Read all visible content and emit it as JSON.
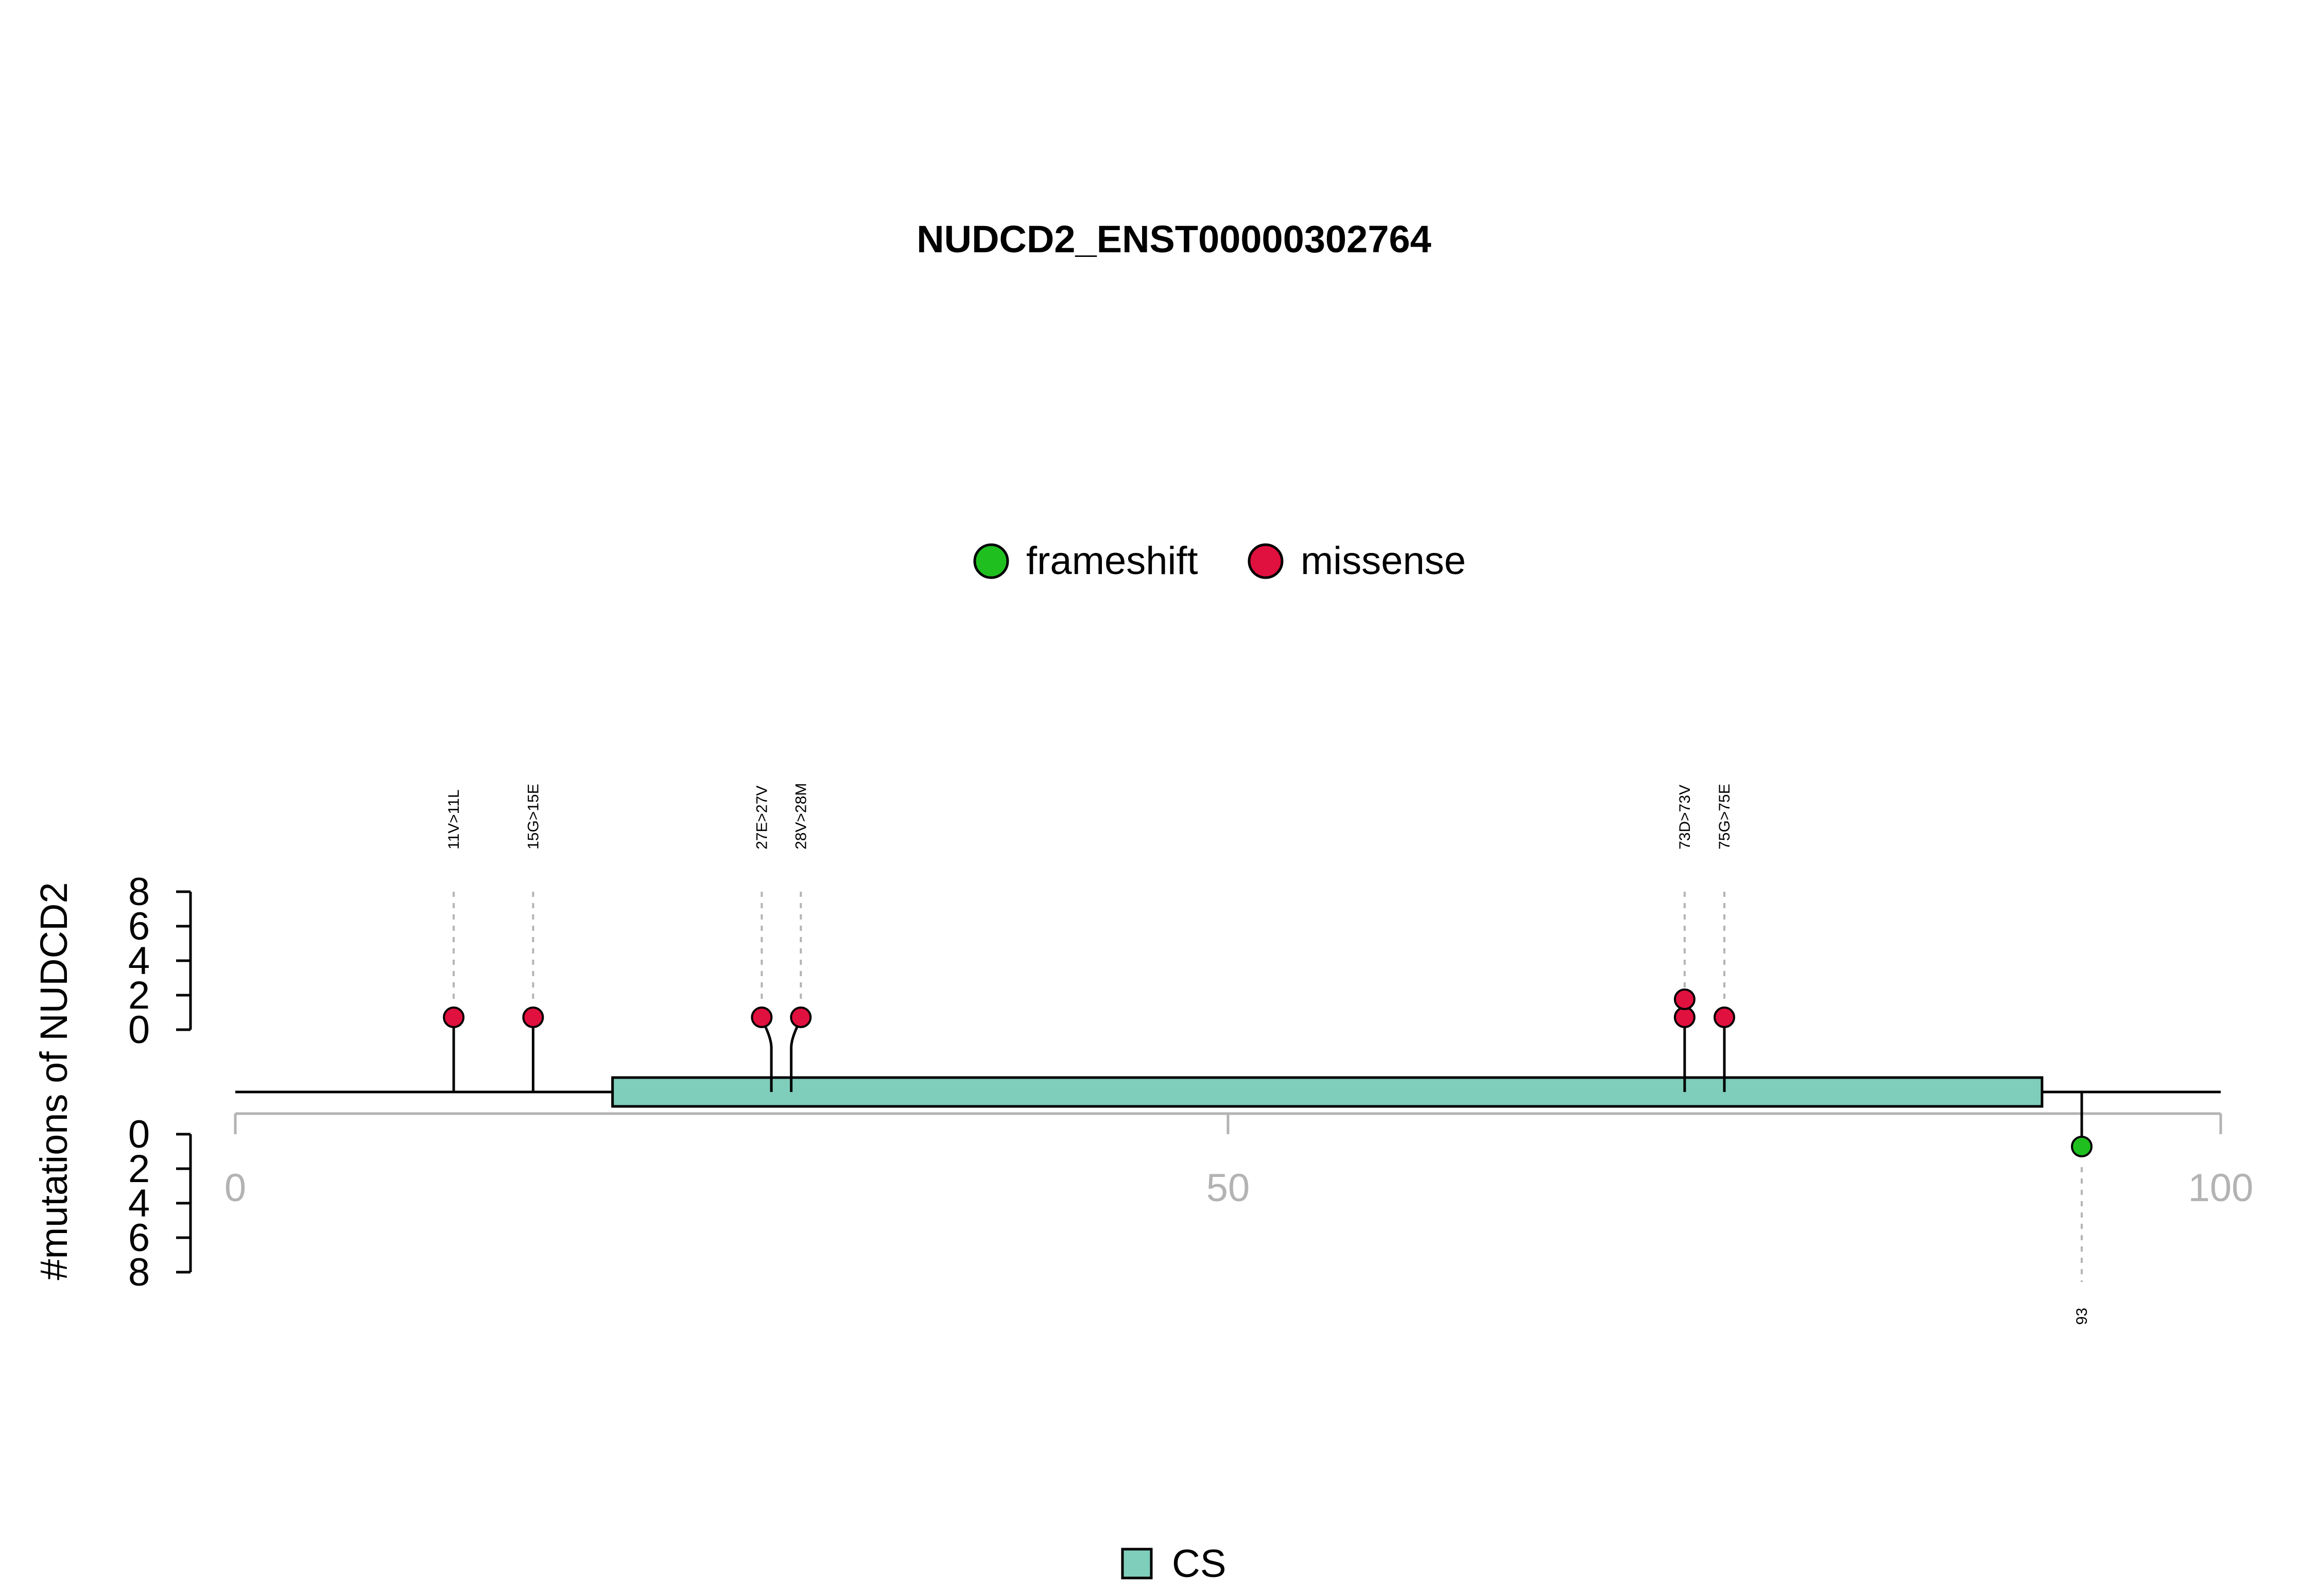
{
  "chart_data": {
    "type": "lollipop",
    "title": "NUDCD2_ENST00000302764",
    "ylabel": "#mutations of NUDCD2",
    "xlim": [
      0,
      100
    ],
    "x_ticks": [
      0,
      50,
      100
    ],
    "y_ticks": [
      0,
      2,
      4,
      6,
      8
    ],
    "legend": {
      "position": "top-center",
      "items": [
        {
          "label": "frameshift",
          "color": "#1fbf1f"
        },
        {
          "label": "missense",
          "color": "#e0103f"
        }
      ]
    },
    "domain_legend": {
      "position": "bottom-center",
      "items": [
        {
          "label": "CS",
          "color": "#7fcdbb"
        }
      ]
    },
    "domains": [
      {
        "name": "CS",
        "start": 19,
        "end": 91,
        "color": "#7fcdbb"
      }
    ],
    "protein_length": 100,
    "mutations_top": [
      {
        "pos": 11,
        "label": "11V>11L",
        "type": "missense",
        "count": 1
      },
      {
        "pos": 15,
        "label": "15G>15E",
        "type": "missense",
        "count": 1
      },
      {
        "pos": 27,
        "label": "27E>27V",
        "type": "missense",
        "count": 1
      },
      {
        "pos": 28,
        "label": "28V>28M",
        "type": "missense",
        "count": 1
      },
      {
        "pos": 73,
        "label": "73D>73V",
        "type": "missense",
        "count": 2
      },
      {
        "pos": 75,
        "label": "75G>75E",
        "type": "missense",
        "count": 1
      }
    ],
    "mutations_bottom": [
      {
        "pos": 93,
        "label": "93",
        "type": "frameshift",
        "count": 1
      }
    ],
    "colors": {
      "missense": "#e0103f",
      "frameshift": "#1fbf1f",
      "domain": "#7fcdbb",
      "axis_gray": "#b3b3b3"
    }
  }
}
